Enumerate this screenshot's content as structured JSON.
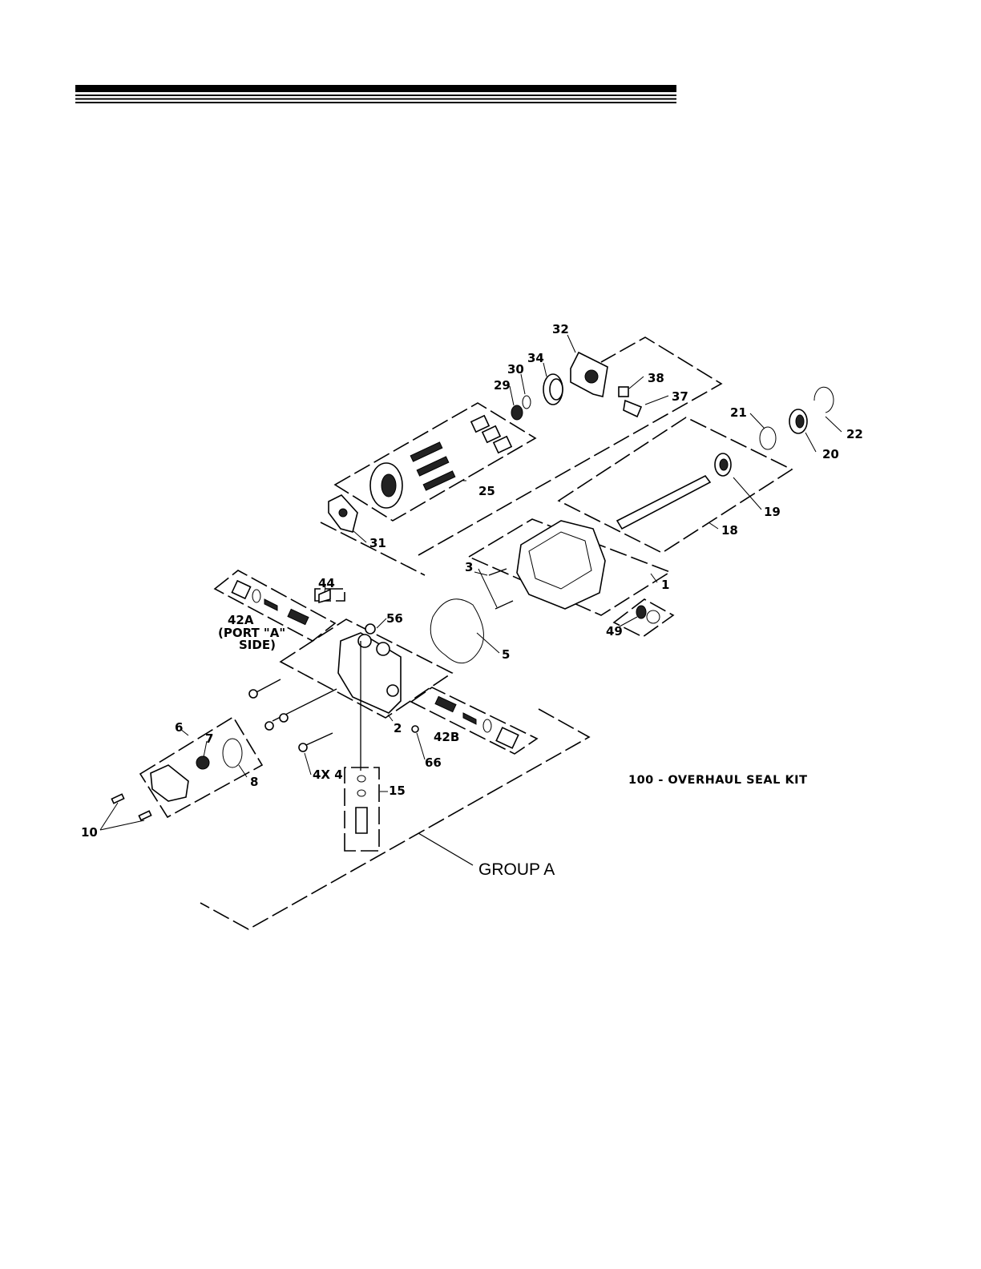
{
  "labels": {
    "p32": "32",
    "p34": "34",
    "p30": "30",
    "p29": "29",
    "p38": "38",
    "p37": "37",
    "p21": "21",
    "p22": "22",
    "p20": "20",
    "p25": "25",
    "p19": "19",
    "p18": "18",
    "p31": "31",
    "p1": "1",
    "p3": "3",
    "p44": "44",
    "p42a": "42A",
    "p42a_sub1": "(PORT \"A\"",
    "p42a_sub2": "SIDE)",
    "p56": "56",
    "p5": "5",
    "p49": "49",
    "p6": "6",
    "p7": "7",
    "p8": "8",
    "p2": "2",
    "p42b": "42B",
    "p66": "66",
    "p4": "4X 4",
    "p15": "15",
    "p10": "10"
  },
  "kit_note": "100 - OVERHAUL SEAL KIT",
  "group_label": "GROUP A",
  "icons": [
    "header-rule",
    "exploded-parts-drawing"
  ]
}
